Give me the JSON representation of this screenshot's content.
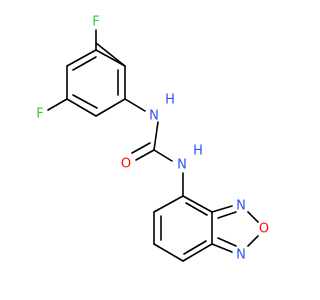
{
  "molecule": {
    "atoms": {
      "f_top": {
        "text": "F",
        "color": "#33cc33"
      },
      "f_left": {
        "text": "F",
        "color": "#33cc33"
      },
      "nh_top": {
        "text": "H",
        "color": "#3050f8"
      },
      "n_top": {
        "text": "N",
        "color": "#3050f8"
      },
      "o_carbonyl": {
        "text": "O",
        "color": "#ff0d0d"
      },
      "nh_bottom": {
        "text": "H",
        "color": "#3050f8"
      },
      "n_bottom": {
        "text": "N",
        "color": "#3050f8"
      },
      "n_ring_top": {
        "text": "N",
        "color": "#3050f8"
      },
      "o_ring": {
        "text": "O",
        "color": "#ff0d0d"
      },
      "n_ring_bottom": {
        "text": "N",
        "color": "#3050f8"
      }
    }
  }
}
